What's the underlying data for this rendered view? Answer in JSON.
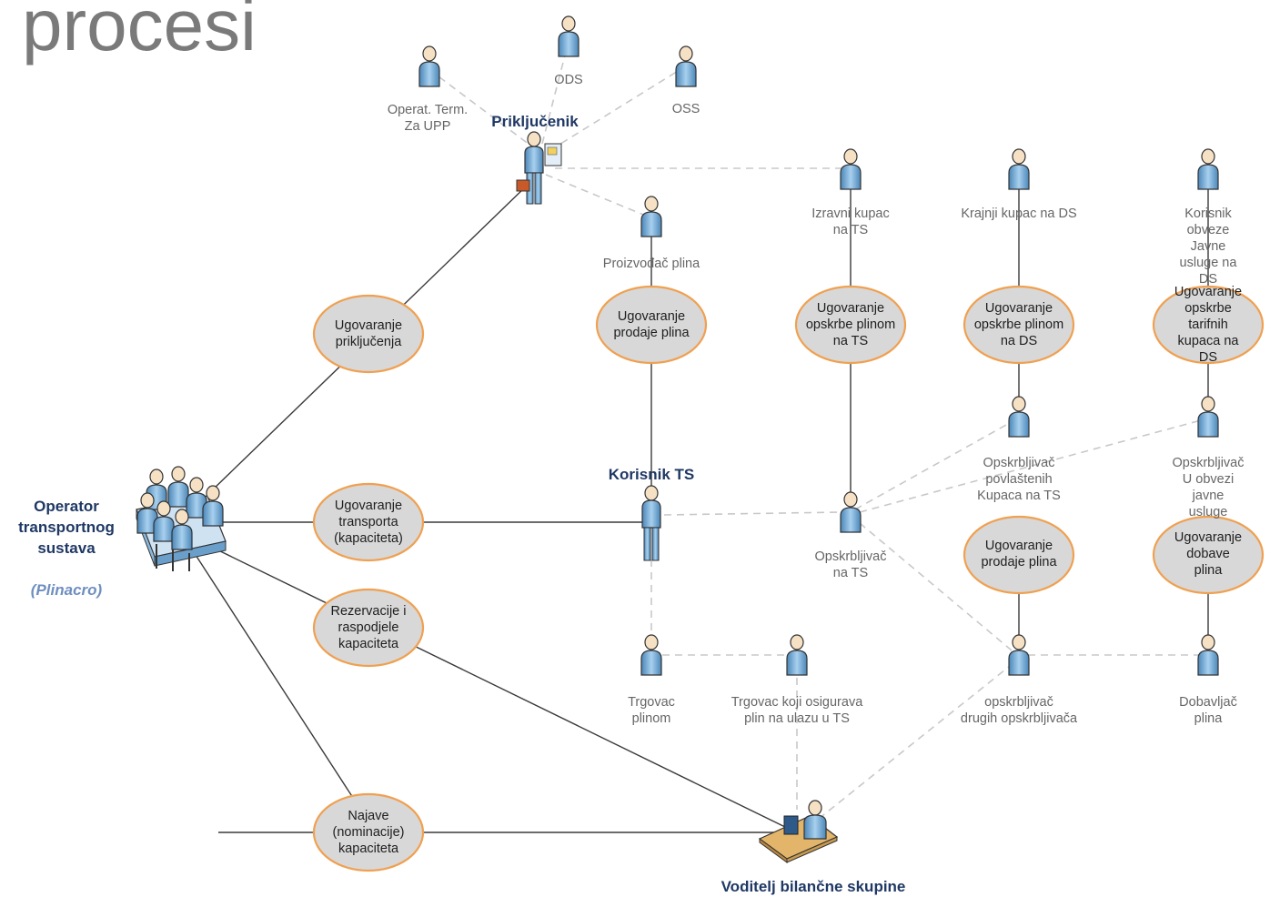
{
  "title": "procesi",
  "actors": {
    "operat_term": "Operat. Term.\nZa UPP",
    "ods": "ODS",
    "oss": "OSS",
    "prikljucenik": "Priključenik",
    "proizvodac": "Proizvođač plina",
    "izravni_kupac": "Izravni kupac\nna TS",
    "krajnji_kupac": "Krajnji kupac na DS",
    "korisnik_obveze": "Korisnik obveze\nJavne usluge na DS",
    "operator": "Operator\ntransportnog\nsustava",
    "operator_sub": "(Plinacro)",
    "korisnik_ts": "Korisnik TS",
    "opskrbljivac_ts": "Opskrbljivač\nna TS",
    "opskrbljivac_povl": "Opskrbljivač\npovlaštenih\nKupaca na TS",
    "opskrbljivac_javne": "Opskrbljivač\nU obvezi javne usluge",
    "trgovac_plinom": "Trgovac\nplinom",
    "trgovac_ulaz": "Trgovac koji osigurava\nplin na ulazu u TS",
    "opskrbljivac_drugih": "opskrbljivač\ndrugih opskrbljivača",
    "dobavljac": "Dobavljač plina",
    "voditelj": "Voditelj bilančne skupine"
  },
  "processes": {
    "ugovaranje_prikljucenja": "Ugovaranje\npriključenja",
    "ugovaranje_prodaje_plina_1": "Ugovaranje\nprodaje plina",
    "ugovaranje_opskrbe_ts": "Ugovaranje\nopskrbe plinom\nna TS",
    "ugovaranje_opskrbe_ds": "Ugovaranje\nopskrbe plinom\nna DS",
    "ugovaranje_tarifnih": "Ugovaranje\nopskrbe tarifnih\nkupaca na DS",
    "ugovaranje_transporta": "Ugovaranje\ntransporta\n(kapaciteta)",
    "ugovaranje_prodaje_plina_2": "Ugovaranje\nprodaje plina",
    "ugovaranje_dobave": "Ugovaranje\ndobave plina",
    "rezervacije": "Rezervacije i\nraspodjele\nkapaciteta",
    "najave": "Najave\n(nominacije)\nkapaciteta"
  },
  "colors": {
    "ellipse_fill": "#d8d8d8",
    "ellipse_stroke": "#f0a050",
    "actor_blue": "#7fb2d8",
    "heading_text": "#1f3864",
    "title_gray": "#7a7a7a"
  }
}
